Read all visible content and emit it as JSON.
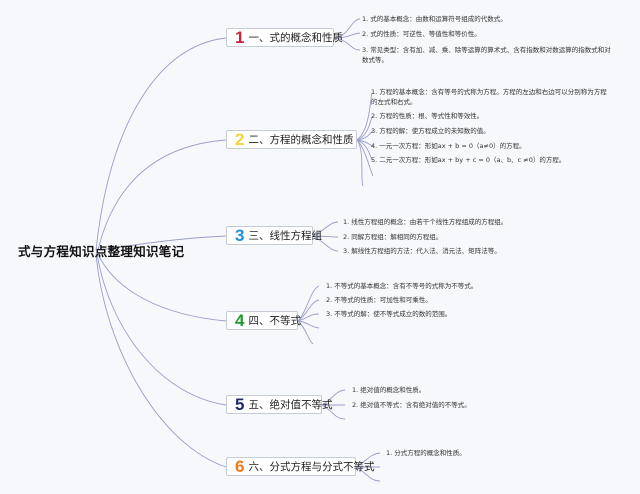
{
  "root": {
    "title": "式与方程知识点整理知识笔记"
  },
  "branches": [
    {
      "num": "1",
      "label": "一、式的概念和性质",
      "color": "#d0213d",
      "items": [
        "1. 式的基本概念：由数和运算符号组成的代数式。",
        "2. 式的性质：可逆性、等值性和等价性。",
        "3. 常见类型：含有加、减、乘、除等运算的算术式、含有指数和对数运算的指数式和对数式等。"
      ]
    },
    {
      "num": "2",
      "label": "二、方程的概念和性质",
      "color": "#f2d43a",
      "items": [
        "1. 方程的基本概念：含有等号的式称为方程。方程的左边和右边可以分别称为方程的左式和右式。",
        "2. 方程的性质：根、等式性和等效性。",
        "3. 方程的解：使方程成立的未知数的值。",
        "4. 一元一次方程：形如ax + b = 0（a≠0）的方程。",
        "5. 二元一次方程：形如ax + by + c = 0（a、b、c ≠0）的方程。"
      ]
    },
    {
      "num": "3",
      "label": "三、线性方程组",
      "color": "#1e8fd6",
      "items": [
        "1. 线性方程组的概念：由若干个线性方程组成的方程组。",
        "2. 同解方程组：解相同的方程组。",
        "3. 解线性方程组的方法：代入法、消元法、矩阵法等。"
      ]
    },
    {
      "num": "4",
      "label": "四、不等式",
      "color": "#1f9a2e",
      "items": [
        "1. 不等式的基本概念：含有不等号的式称为不等式。",
        "2. 不等式的性质：可加性和可乘性。",
        "3. 不等式的解：使不等式成立的数的范围。"
      ]
    },
    {
      "num": "5",
      "label": "五、绝对值不等式",
      "color": "#1d2a6e",
      "items": [
        "1. 绝对值的概念和性质。",
        "2. 绝对值不等式：含有绝对值的不等式。"
      ]
    },
    {
      "num": "6",
      "label": "六、分式方程与分式不等式",
      "color": "#f07a1a",
      "items": [
        "1. 分式方程的概念和性质。"
      ]
    }
  ],
  "colors": {
    "line": "#8e92c4",
    "background": "#f7f8fb",
    "node_border": "#c5ccd6"
  }
}
